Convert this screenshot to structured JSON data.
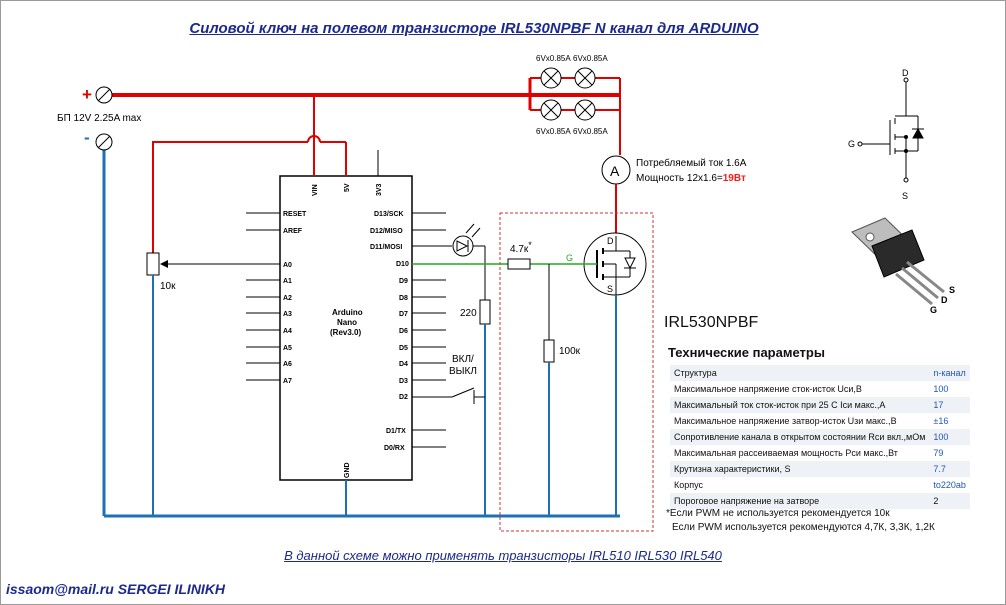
{
  "title": "Силовой ключ на полевом транзисторе IRL530NPBF N канал для ARDUINO",
  "footer_note": "В данной схеме можно применять транзисторы IRL510 IRL530 IRL540",
  "author": "issaom@mail.ru SERGEI ILINIKH",
  "power": {
    "plus": "+",
    "minus": "-",
    "label": "БП 12V 2.25A max"
  },
  "lamps": {
    "top_label_1": "6Vx0.85A",
    "top_label_2": "6Vx0.85A",
    "bottom_label_1": "6Vx0.85A",
    "bottom_label_2": "6Vx0.85A"
  },
  "meter": {
    "symbol": "A",
    "current_text": "Потребляемый ток 1.6A",
    "power_prefix": "Мощность 12x1.6=",
    "power_value": "19Вт"
  },
  "arduino": {
    "name_line1": "Arduino",
    "name_line2": "Nano",
    "name_line3": "(Rev3.0)",
    "top_pins": [
      "VIN",
      "5V",
      "3V3"
    ],
    "left_pins": [
      "RESET",
      "AREF",
      "A0",
      "A1",
      "A2",
      "A3",
      "A4",
      "A5",
      "A6",
      "A7"
    ],
    "right_pins": [
      "D13/SCK",
      "D12/MISO",
      "D11/MOSI",
      "D10",
      "D9",
      "D8",
      "D7",
      "D6",
      "D5",
      "D4",
      "D3",
      "D2",
      "D1/TX",
      "D0/RX"
    ],
    "bottom_pin": "GND"
  },
  "components": {
    "pot": "10к",
    "r_led": "220",
    "r_gate": "4.7к",
    "r_gate_star": "*",
    "r_pull": "100к",
    "switch_line1": "ВКЛ/",
    "switch_line2": "ВЫКЛ",
    "mosfet_d": "D",
    "mosfet_g": "G",
    "mosfet_s": "S",
    "gate_wire": "G"
  },
  "part_name": "IRL530NPBF",
  "symbol_labels": {
    "d": "D",
    "g": "G",
    "s": "S"
  },
  "package_labels": {
    "g": "G",
    "d": "D",
    "s": "S"
  },
  "specs": {
    "title": "Технические параметры",
    "rows": [
      {
        "name": "Структура",
        "value": "n-канал"
      },
      {
        "name": "Максимальное напряжение сток-исток Uси,В",
        "value": "100"
      },
      {
        "name": "Максимальный ток сток-исток при 25 С Iси макс.,А",
        "value": "17"
      },
      {
        "name": "Максимальное напряжение затвор-исток Uзи макс.,В",
        "value": "±16"
      },
      {
        "name": "Сопротивление канала в открытом состоянии Rси вкл.,мОм",
        "value": "100"
      },
      {
        "name": "Максимальная рассеиваемая мощность Pси макс.,Вт",
        "value": "79"
      },
      {
        "name": "Крутизна характеристики, S",
        "value": "7.7"
      },
      {
        "name": "Корпус",
        "value": "to220ab"
      },
      {
        "name": "Пороговое напряжение на затворе",
        "value": "2"
      }
    ]
  },
  "notes": {
    "line1": "*Если PWM не используется рекомендуется 10к",
    "line2": "Если PWM используется рекомендуются 4,7К, 3,3К, 1,2К"
  },
  "colors": {
    "positive": "#e00000",
    "ground": "#1f6fb4",
    "signal": "#22aa22",
    "accent": "#ff1a1a",
    "title": "#1b2a8c"
  }
}
